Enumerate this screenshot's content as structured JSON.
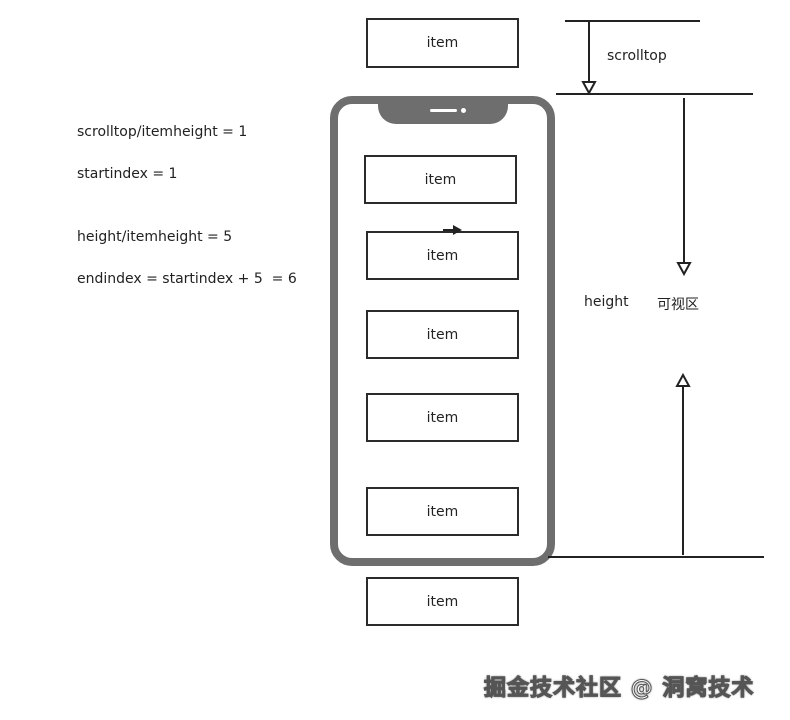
{
  "notes": [
    "scrolltop/itemheight = 1",
    "startindex = 1",
    "height/itemheight = 5",
    "endindex = startindex + 5  = 6"
  ],
  "items": [
    "item",
    "item",
    "item",
    "item",
    "item",
    "item",
    "item"
  ],
  "labels": {
    "scrolltop": "scrolltop",
    "height": "height",
    "visible_area": "可视区"
  },
  "watermark": "掘金技术社区 @ 洞窝技术"
}
